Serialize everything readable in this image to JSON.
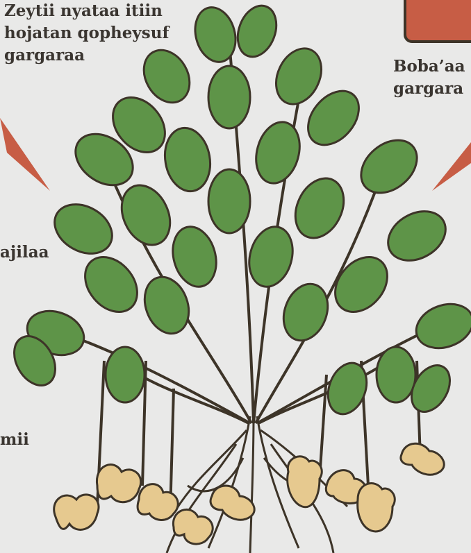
{
  "labels": {
    "top_left": [
      "Zeytii nyataa itiin",
      "hojatan qopheysuf",
      "gargaraa"
    ],
    "top_right": [
      "Boba’aa",
      "gargara"
    ],
    "middle_left": "ajilaa",
    "bottom_left": "mii"
  },
  "colors": {
    "background": "#e9e9e8",
    "leaf": "#5e9448",
    "leaf_dark": "#4a7a38",
    "outline": "#3d3428",
    "peanut": "#e6c98f",
    "callout": "#c75d45"
  },
  "icons": [
    "peanut-plant-illustration",
    "peanut-pod-icon",
    "callout-pointer-icon"
  ]
}
